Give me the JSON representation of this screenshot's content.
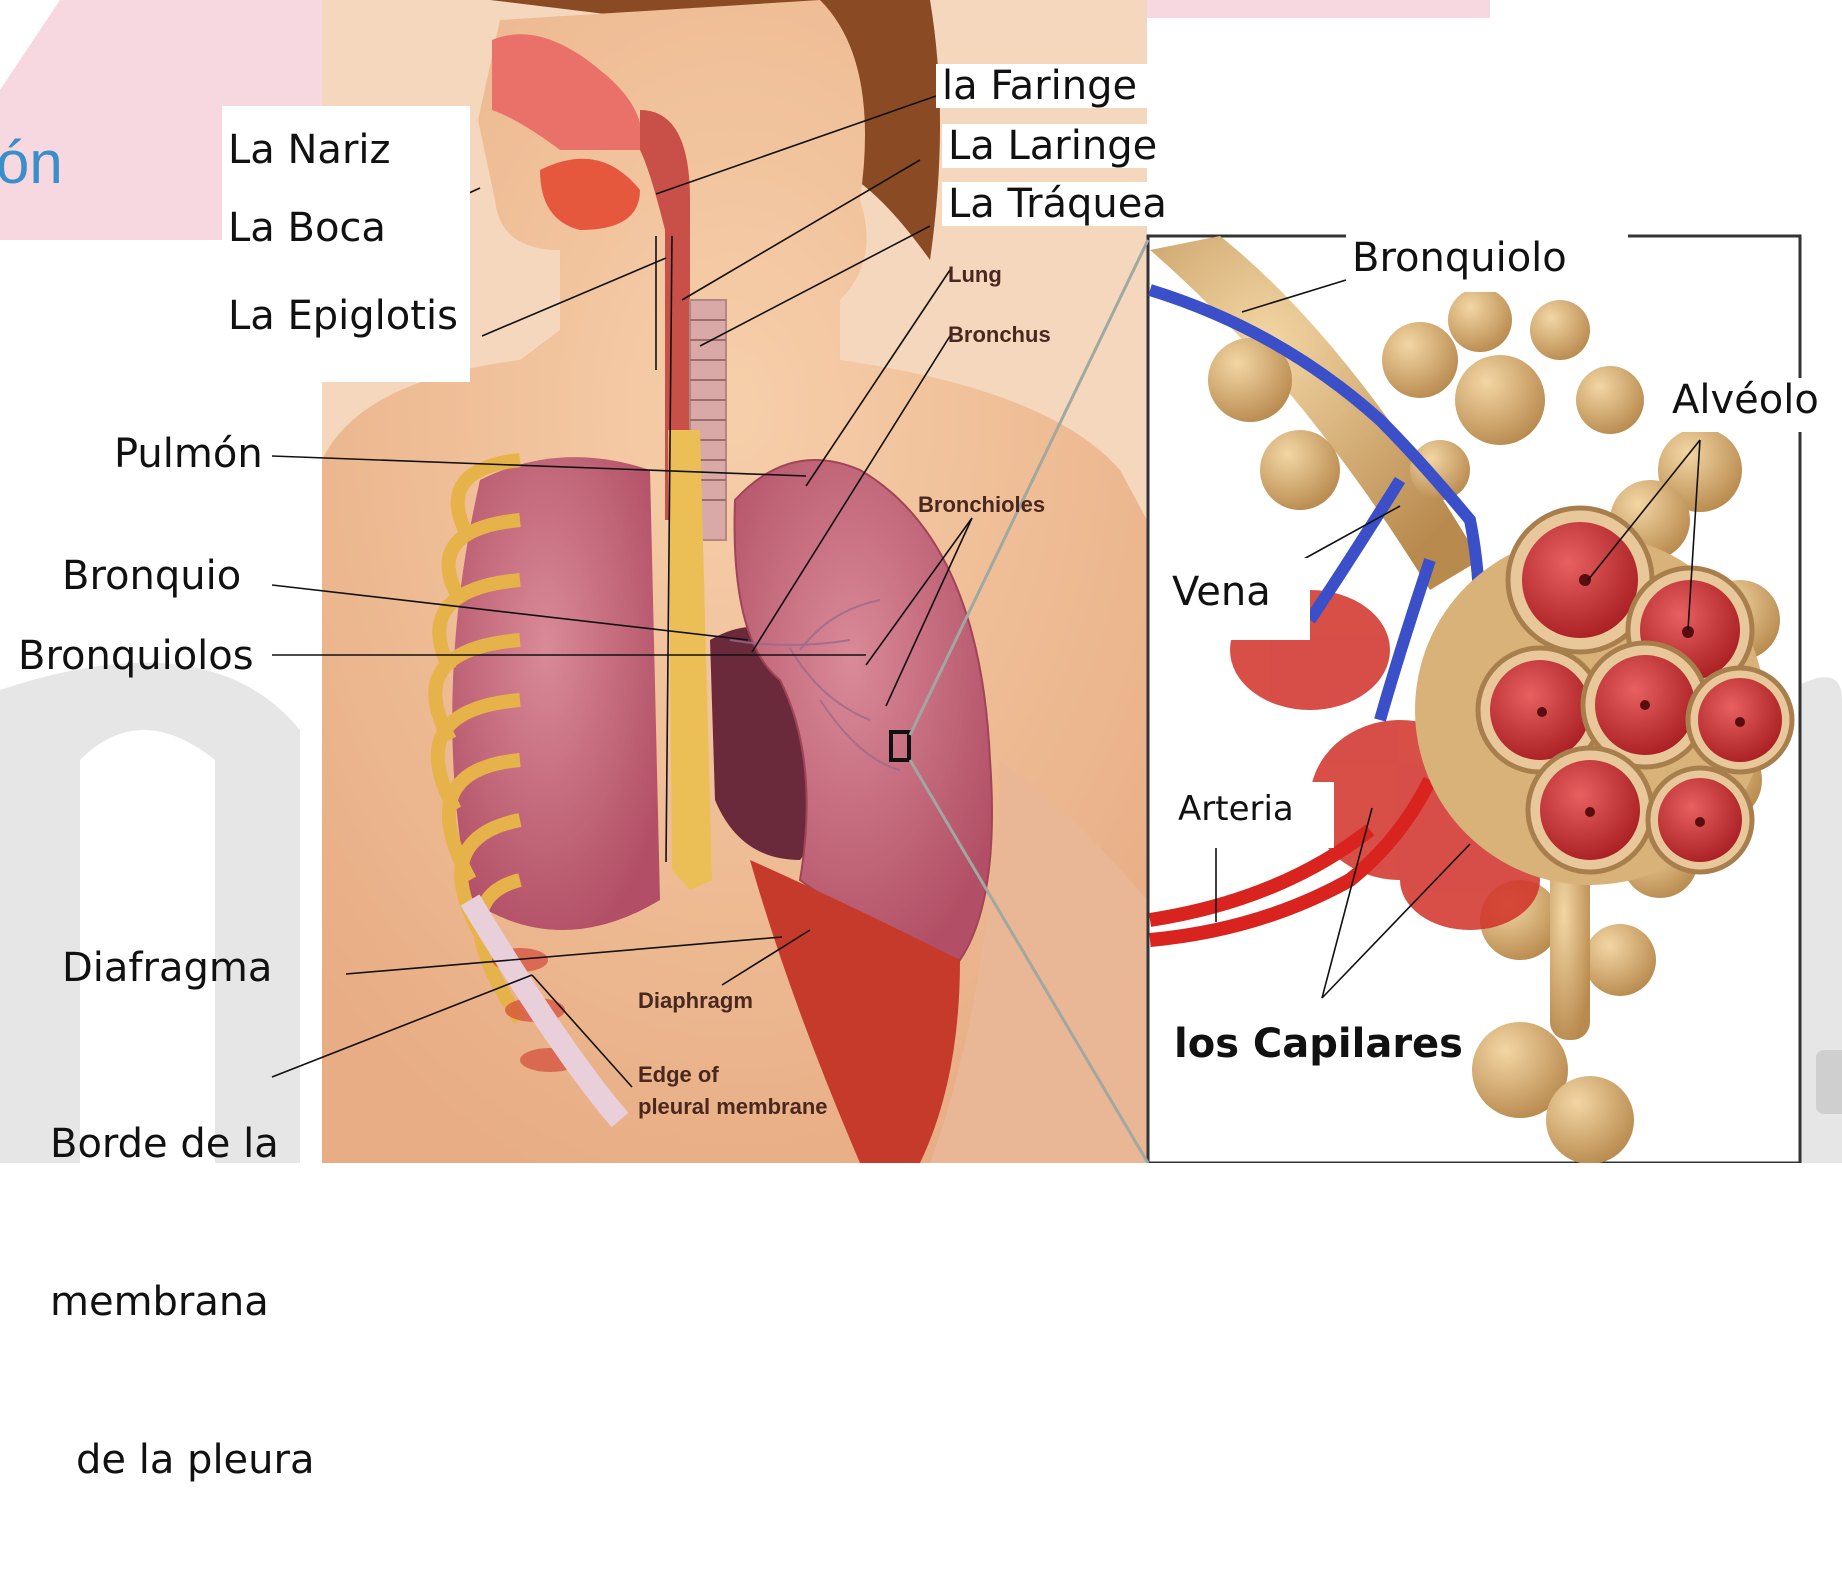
{
  "slide": {
    "title_fragment": "ón"
  },
  "labels": {
    "nariz": "La Nariz",
    "boca": "La Boca",
    "epiglotis": "La Epiglotis",
    "faringe": "la Faringe",
    "laringe": "La Laringe",
    "traquea": "La Tráquea",
    "pulmon": "Pulmón",
    "bronquio": "Bronquio",
    "bronquiolos": "Bronquiolos",
    "diafragma": "Diafragma",
    "borde_line1": "Borde de la",
    "borde_line2": "membrana",
    "borde_line3": "de la pleura",
    "bronquiolo": "Bronquiolo",
    "alveolo": "Alvéolo",
    "vena": "Vena",
    "arteria": "Arteria",
    "capilares": "los Capilares"
  },
  "original_english_labels": {
    "lung": "Lung",
    "bronchus": "Bronchus",
    "bronchioles": "Bronchioles",
    "diaphragm": "Diaphragm",
    "edge_line1": "Edge of",
    "edge_line2": "pleural membrane"
  },
  "colors": {
    "title_blue": "#3a8fc9",
    "watermark_pink": "#f6d4de",
    "watermark_gray": "#e2e2e2",
    "skin": "#f2c39c",
    "lung": "#c9687c",
    "diaphragm_muscle": "#c63a2c",
    "rib_yellow": "#e9b84a",
    "vein_blue": "#3a4fc8",
    "artery_red": "#d8231e",
    "alveolus_tan": "#d9b27a"
  }
}
